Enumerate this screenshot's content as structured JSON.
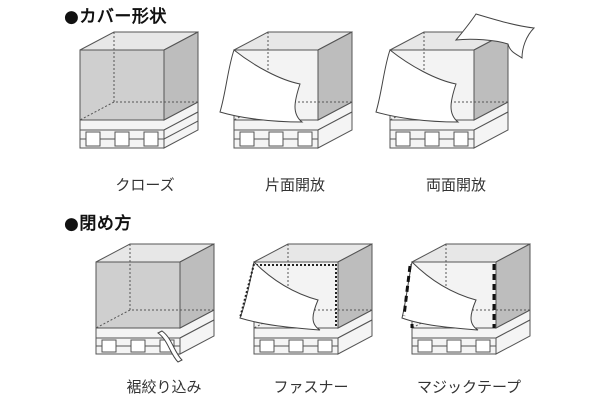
{
  "sections": {
    "cover_shape": {
      "title": "●カバー形状"
    },
    "closing_method": {
      "title": "●閉め方"
    }
  },
  "items": {
    "close": {
      "label": "クローズ"
    },
    "one_side_open": {
      "label": "片面開放"
    },
    "both_side_open": {
      "label": "両面開放"
    },
    "drawstring": {
      "label": "裾絞り込み"
    },
    "zipper": {
      "label": "ファスナー"
    },
    "velcro": {
      "label": "マジックテープ"
    }
  }
}
